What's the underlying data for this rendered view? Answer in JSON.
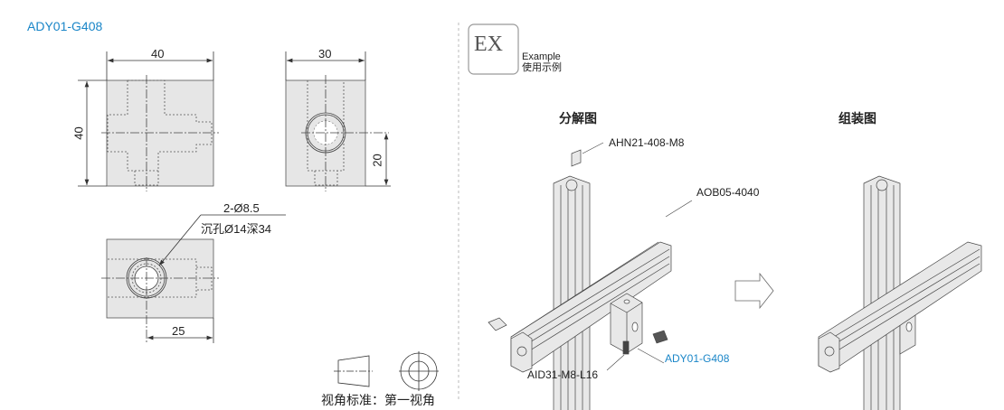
{
  "drawing": {
    "part_number": "ADY01-G408",
    "front_view": {
      "width_dim": "40",
      "height_dim": "40"
    },
    "side_view": {
      "width_dim": "30",
      "center_height_dim": "20"
    },
    "bottom_view": {
      "hole_spec": "2-Ø8.5",
      "counterbore_spec": "沉孔Ø14深34",
      "hole_offset_dim": "25"
    },
    "projection_label": "视角标准：第一视角"
  },
  "example": {
    "badge": "EX",
    "title_en": "Example",
    "title_cn": "使用示例",
    "exploded_title": "分解图",
    "assembled_title": "组装图",
    "labels": {
      "nut": "AHN21-408-M8",
      "profile": "AOB05-4040",
      "bolt": "AID31-M8-L16",
      "bracket": "ADY01-G408"
    }
  },
  "colors": {
    "accent": "#1a86c8",
    "part_fill": "#e6e6e6"
  }
}
